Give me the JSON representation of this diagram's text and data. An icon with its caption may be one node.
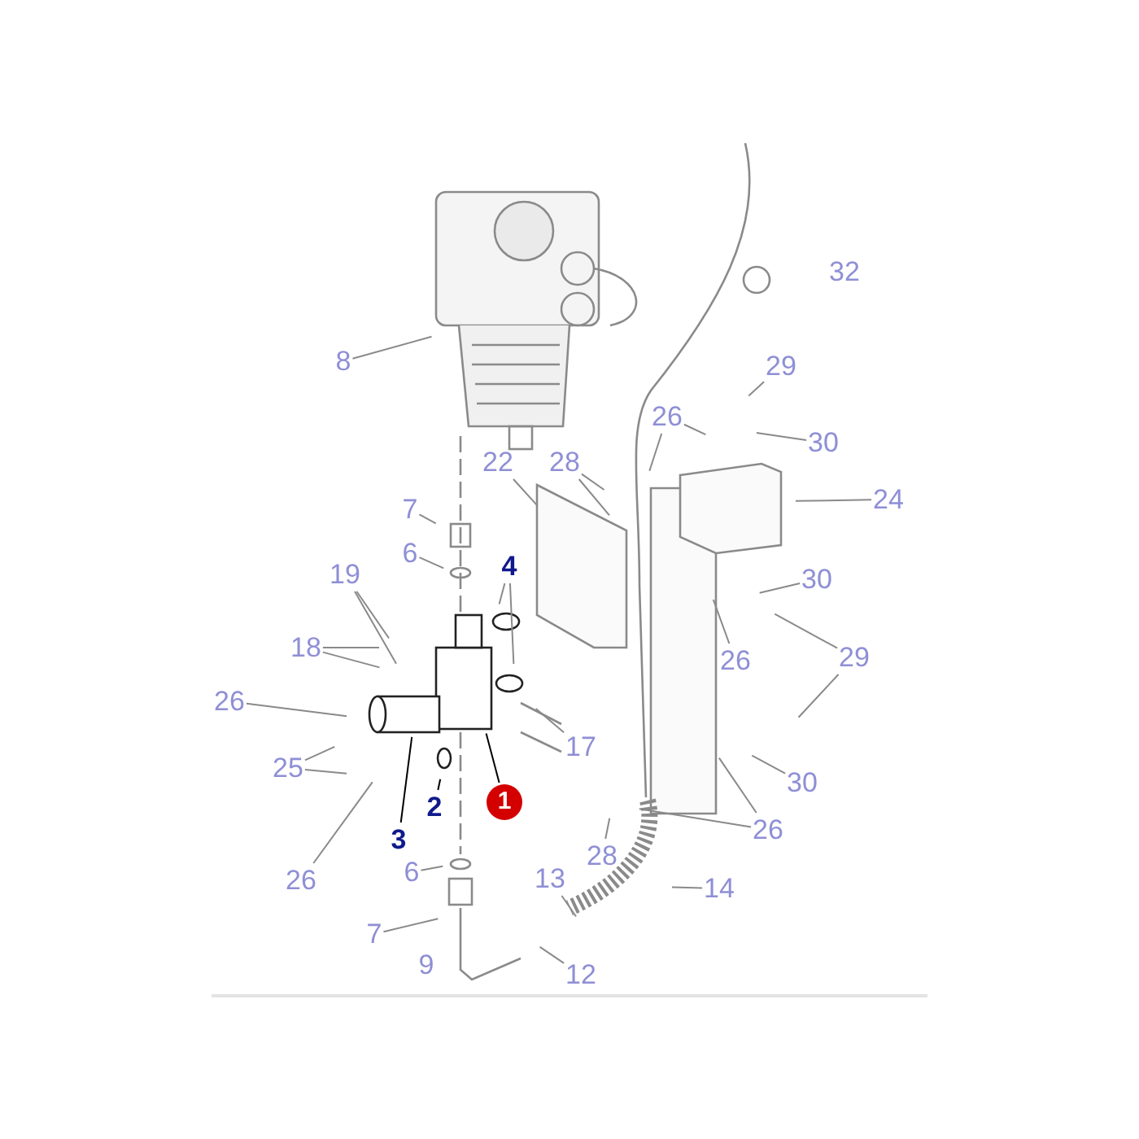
{
  "diagram": {
    "nodes": [
      {
        "text": [
          "8"
        ]
      },
      {
        "text": [
          "29"
        ]
      },
      {
        "text": [
          "26"
        ]
      },
      {
        "text": [
          "30"
        ]
      },
      {
        "text": [
          "28"
        ]
      },
      {
        "text": [
          "22"
        ]
      },
      {
        "text": [
          "24"
        ]
      },
      {
        "text": [
          "7"
        ]
      },
      {
        "text": [
          "6"
        ]
      },
      {
        "text": [
          "4"
        ]
      },
      {
        "text": [
          "30"
        ]
      },
      {
        "text": [
          "19"
        ]
      },
      {
        "text": [
          "18"
        ]
      },
      {
        "text": [
          "26"
        ]
      },
      {
        "text": [
          "29"
        ]
      },
      {
        "text": [
          "26"
        ]
      },
      {
        "text": [
          "17"
        ]
      },
      {
        "text": [
          "25"
        ]
      },
      {
        "text": [
          "30"
        ]
      },
      {
        "text": [
          "3"
        ]
      },
      {
        "text": [
          "2"
        ]
      },
      {
        "text": [
          "1"
        ]
      },
      {
        "text": [
          "26"
        ]
      },
      {
        "text": [
          "26"
        ]
      },
      {
        "text": [
          "28"
        ]
      },
      {
        "text": [
          "13"
        ]
      },
      {
        "text": [
          "14"
        ]
      },
      {
        "text": [
          "6"
        ]
      },
      {
        "text": [
          "7"
        ]
      },
      {
        "text": [
          "12"
        ]
      }
    ],
    "edges": [
      {
        "from": 0,
        "to": null,
        "arrow": "none"
      },
      {
        "from": 1,
        "to": null,
        "arrow": "none"
      },
      {
        "from": 2,
        "to": null,
        "arrow": "none"
      },
      {
        "from": 2,
        "to": null,
        "arrow": "none"
      },
      {
        "from": 3,
        "to": null,
        "arrow": "none"
      },
      {
        "from": 4,
        "to": null,
        "arrow": "none"
      },
      {
        "from": 4,
        "to": null,
        "arrow": "none"
      },
      {
        "from": 5,
        "to": null,
        "arrow": "none"
      },
      {
        "from": 6,
        "to": null,
        "arrow": "none"
      },
      {
        "from": 7,
        "to": null,
        "arrow": "none"
      },
      {
        "from": 8,
        "to": null,
        "arrow": "none"
      },
      {
        "from": 9,
        "to": null,
        "arrow": "none"
      },
      {
        "from": 9,
        "to": null,
        "arrow": "none"
      },
      {
        "from": 10,
        "to": null,
        "arrow": "none"
      },
      {
        "from": 11,
        "to": null,
        "arrow": "none"
      },
      {
        "from": 11,
        "to": null,
        "arrow": "none"
      },
      {
        "from": 12,
        "to": null,
        "arrow": "none"
      },
      {
        "from": 12,
        "to": null,
        "arrow": "none"
      },
      {
        "from": 13,
        "to": null,
        "arrow": "none"
      },
      {
        "from": 14,
        "to": null,
        "arrow": "none"
      },
      {
        "from": 14,
        "to": null,
        "arrow": "none"
      },
      {
        "from": 15,
        "to": null,
        "arrow": "none"
      },
      {
        "from": 16,
        "to": null,
        "arrow": "none"
      },
      {
        "from": 16,
        "to": null,
        "arrow": "none"
      },
      {
        "from": 17,
        "to": null,
        "arrow": "none"
      },
      {
        "from": 17,
        "to": null,
        "arrow": "none"
      },
      {
        "from": 18,
        "to": null,
        "arrow": "none"
      },
      {
        "from": 19,
        "to": null,
        "arrow": "none",
        "color": "#000000"
      },
      {
        "from": 20,
        "to": null,
        "arrow": "none",
        "color": "#000000"
      },
      {
        "from": 21,
        "to": null,
        "arrow": "none",
        "color": "#000000"
      },
      {
        "from": 22,
        "to": null,
        "arrow": "none"
      },
      {
        "from": 23,
        "to": null,
        "arrow": "none"
      },
      {
        "from": 23,
        "to": null,
        "arrow": "none"
      },
      {
        "from": 24,
        "to": null,
        "arrow": "none"
      },
      {
        "from": 25,
        "to": null,
        "arrow": "none"
      },
      {
        "from": 26,
        "to": null,
        "arrow": "none"
      },
      {
        "from": 27,
        "to": null,
        "arrow": "none"
      },
      {
        "from": 28,
        "to": null,
        "arrow": "none"
      },
      {
        "from": 29,
        "to": null,
        "arrow": "none"
      }
    ],
    "labels": [
      "32",
      "9"
    ]
  }
}
